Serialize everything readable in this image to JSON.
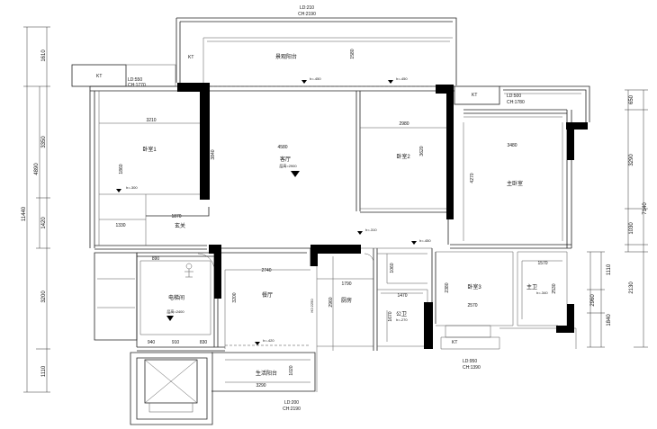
{
  "room_labels": {
    "viewing_balcony": "景观阳台",
    "bedroom1": "卧室1",
    "living_room": "客厅",
    "bedroom2": "卧室2",
    "master_bedroom": "主卧室",
    "foyer": "玄关",
    "elevator_hall": "电梯间",
    "dining_room": "餐厅",
    "kitchen": "厨房",
    "public_bath": "公卫",
    "bedroom3": "卧室3",
    "master_bath": "主卫",
    "utility_balcony": "生活阳台"
  },
  "kt_labels": [
    "KT",
    "KT",
    "KT",
    "KT"
  ],
  "ld_ch_notes": {
    "top": [
      "LD:210",
      "CH:2190"
    ],
    "left": [
      "LD:550",
      "CH:1770"
    ],
    "right": [
      "LD:500",
      "CH:1780"
    ],
    "bottom_r": [
      "LD:950",
      "CH:1390"
    ],
    "bottom": [
      "LD:200",
      "CH:2190"
    ]
  },
  "level_marks": {
    "living": "层高=2900",
    "elevator": "层高=2400",
    "bedroom1": "h=-300",
    "balcony": "h=-450",
    "balcony_r": "h=-450",
    "bed2": "h=-310",
    "bath": "h=-450",
    "dining": "h=-420",
    "public_bath": "h=-270",
    "master_bath": "h=-340"
  },
  "inner_dims": {
    "balcony_depth": "1580",
    "bedroom1_w": "3210",
    "living_depth": "3840",
    "living_w": "4580",
    "bedroom2_w": "2980",
    "bedroom2_depth": "3620",
    "master_w": "3480",
    "master_depth": "4270",
    "bedroom1_depth": "1860",
    "closet_w": "1330",
    "foyer_w": "1870",
    "elevator_w": "890",
    "dining_w": "2740",
    "dining_depth": "3200",
    "kitchen_w": "1790",
    "kitchen_depth": "2960",
    "kitchen_note": "H2:2250",
    "lobby_seg1": "940",
    "lobby_seg2": "910",
    "lobby_seg3": "830",
    "corridor": "1060",
    "pubbath_w": "1470",
    "pubbath_d": "1670",
    "bed3_depth": "2380",
    "bed3_w": "2570",
    "masterbath_w": "1570",
    "masterbath_d": "2530",
    "utility_w": "3290",
    "utility_d": "1020"
  },
  "left_dims": {
    "outer": [
      "1610",
      "3350",
      "1420",
      "3200",
      "1110"
    ],
    "middle": [
      "4890"
    ],
    "total": [
      "11440"
    ]
  },
  "right_dims": {
    "outer": [
      "650",
      "3290",
      "1030",
      "2130"
    ],
    "total": [
      "7140"
    ],
    "lower": [
      "1110",
      "2960",
      "1840"
    ]
  }
}
